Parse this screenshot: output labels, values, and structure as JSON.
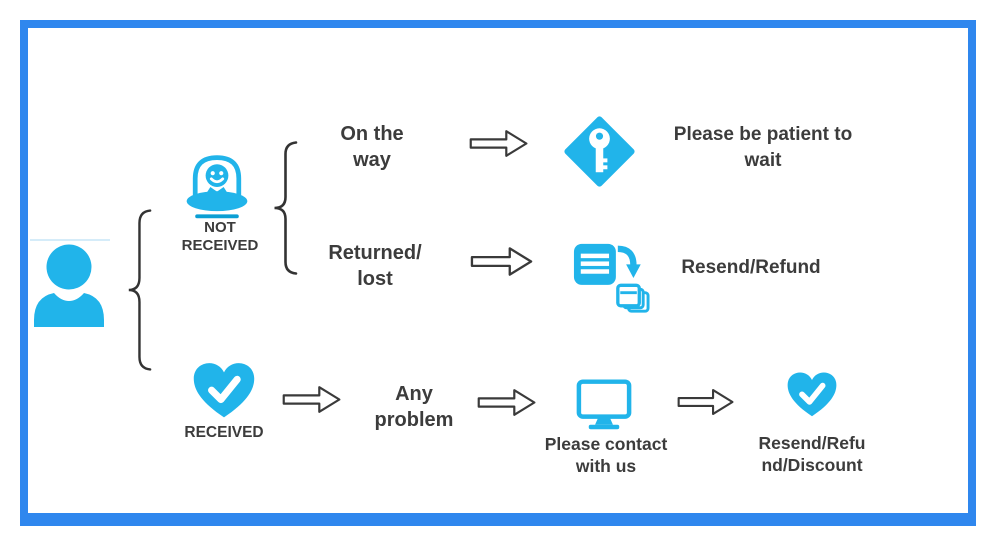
{
  "colors": {
    "accent": "#21b4ea",
    "frame": "#2f87ee",
    "text": "#3c3c3c",
    "arrow": "#3a3a3a"
  },
  "diagram": {
    "entry": {
      "icon": "customer-person-icon"
    },
    "branches": {
      "not_received": {
        "icon": "alien-ufo-icon",
        "label": {
          "line1": "NOT",
          "line2": "RECEIVED"
        },
        "cases": {
          "on_the_way": {
            "label": {
              "line1": "On the",
              "line2": "way"
            },
            "outcome": {
              "icon": "key-diamond-icon",
              "label": {
                "line1": "Please be patient to",
                "line2": "wait"
              }
            }
          },
          "returned_lost": {
            "label": {
              "line1": "Returned/",
              "line2": "lost"
            },
            "outcome": {
              "icon": "resend-documents-icon",
              "label": {
                "line1": "Resend/Refund"
              }
            }
          }
        }
      },
      "received": {
        "icon": "heart-check-icon",
        "label": {
          "line1": "RECEIVED"
        },
        "steps": {
          "any_problem": {
            "label": {
              "line1": "Any",
              "line2": "problem"
            }
          },
          "contact_us": {
            "icon": "monitor-icon",
            "label": {
              "line1": "Please contact",
              "line2": "with us"
            }
          },
          "resolution": {
            "icon": "heart-check-icon",
            "label": {
              "line1": "Resend/Refu",
              "line2": "nd/Discount"
            }
          }
        }
      }
    }
  }
}
